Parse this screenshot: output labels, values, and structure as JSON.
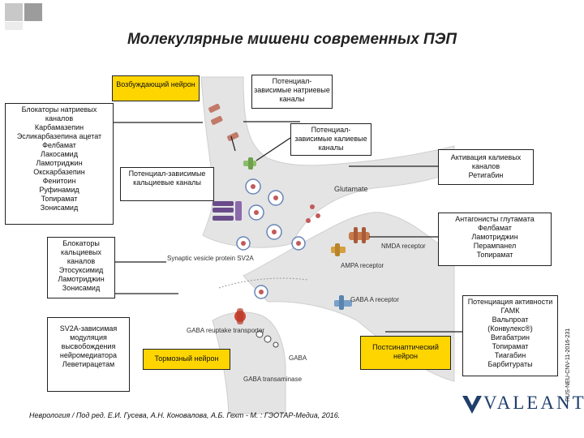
{
  "title": "Молекулярные мишени современных ПЭП",
  "boxes": {
    "excitatory": "Возбуждающий нейрон",
    "na_channels": "Потенциал-зависимые натриевые каналы",
    "k_channels": "Потенциал-зависимые калиевые каналы",
    "ca_channels": "Потенциал-зависимые кальциевые каналы",
    "inhibitory": "Тормозный нейрон",
    "postsynaptic": "Постсинаптический нейрон"
  },
  "na_blockers": {
    "header": "Блокаторы натриевых каналов",
    "drugs": [
      "Карбамазепин",
      "Эсликарбазепина ацетат",
      "Фелбамат",
      "Лакосамид",
      "Ламотриджин",
      "Окскарбазепин",
      "Фенитоин",
      "Руфинамид",
      "Топирамат",
      "Зонисамид"
    ]
  },
  "ca_blockers": {
    "header": "Блокаторы кальциевых каналов",
    "drugs": [
      "Этосуксимид",
      "Ламотриджин",
      "Зонисамид"
    ]
  },
  "sv2a": {
    "header": "SV2A-зависимая модуляция высвобождения нейромедиатора",
    "drugs": [
      "Леветирацетам"
    ]
  },
  "k_activation": {
    "header": "Активация калиевых каналов",
    "drugs": [
      "Ретигабин"
    ]
  },
  "glutamate_antagonists": {
    "header": "Антагонисты глутамата",
    "drugs": [
      "Фелбамат",
      "Ламотриджин",
      "Перампанел",
      "Топирамат"
    ]
  },
  "gaba_potentiation": {
    "header": "Потенциация активности ГАМК",
    "drugs": [
      "Вальпроат",
      "(Конвулекс®)",
      "Вигабатрин",
      "Топирамат",
      "Тиагабин",
      "Барбитураты"
    ]
  },
  "diagram_labels": {
    "glutamate": "Glutamate",
    "nmda": "NMDA receptor",
    "ampa": "AMPA receptor",
    "sv2a_protein": "Synaptic vesicle protein SV2A",
    "gaba_a": "GABA A receptor",
    "gaba_reuptake": "GABA reuptake transporter",
    "gaba": "GABA",
    "gaba_transaminase": "GABA transaminase"
  },
  "footer": "Неврология / Под ред. Е.И. Гусева, А.Н. Коновалова, А.Б. Гехт - М. : ГЭОТАР-Медиа, 2016.",
  "vertical_code": "RUS-NEU-CNV-11-2016-231",
  "logo": "VALEANT",
  "colors": {
    "box_yellow": "#ffd500",
    "neuron": "#e4e4e4",
    "logo": "#1f3e6b"
  }
}
